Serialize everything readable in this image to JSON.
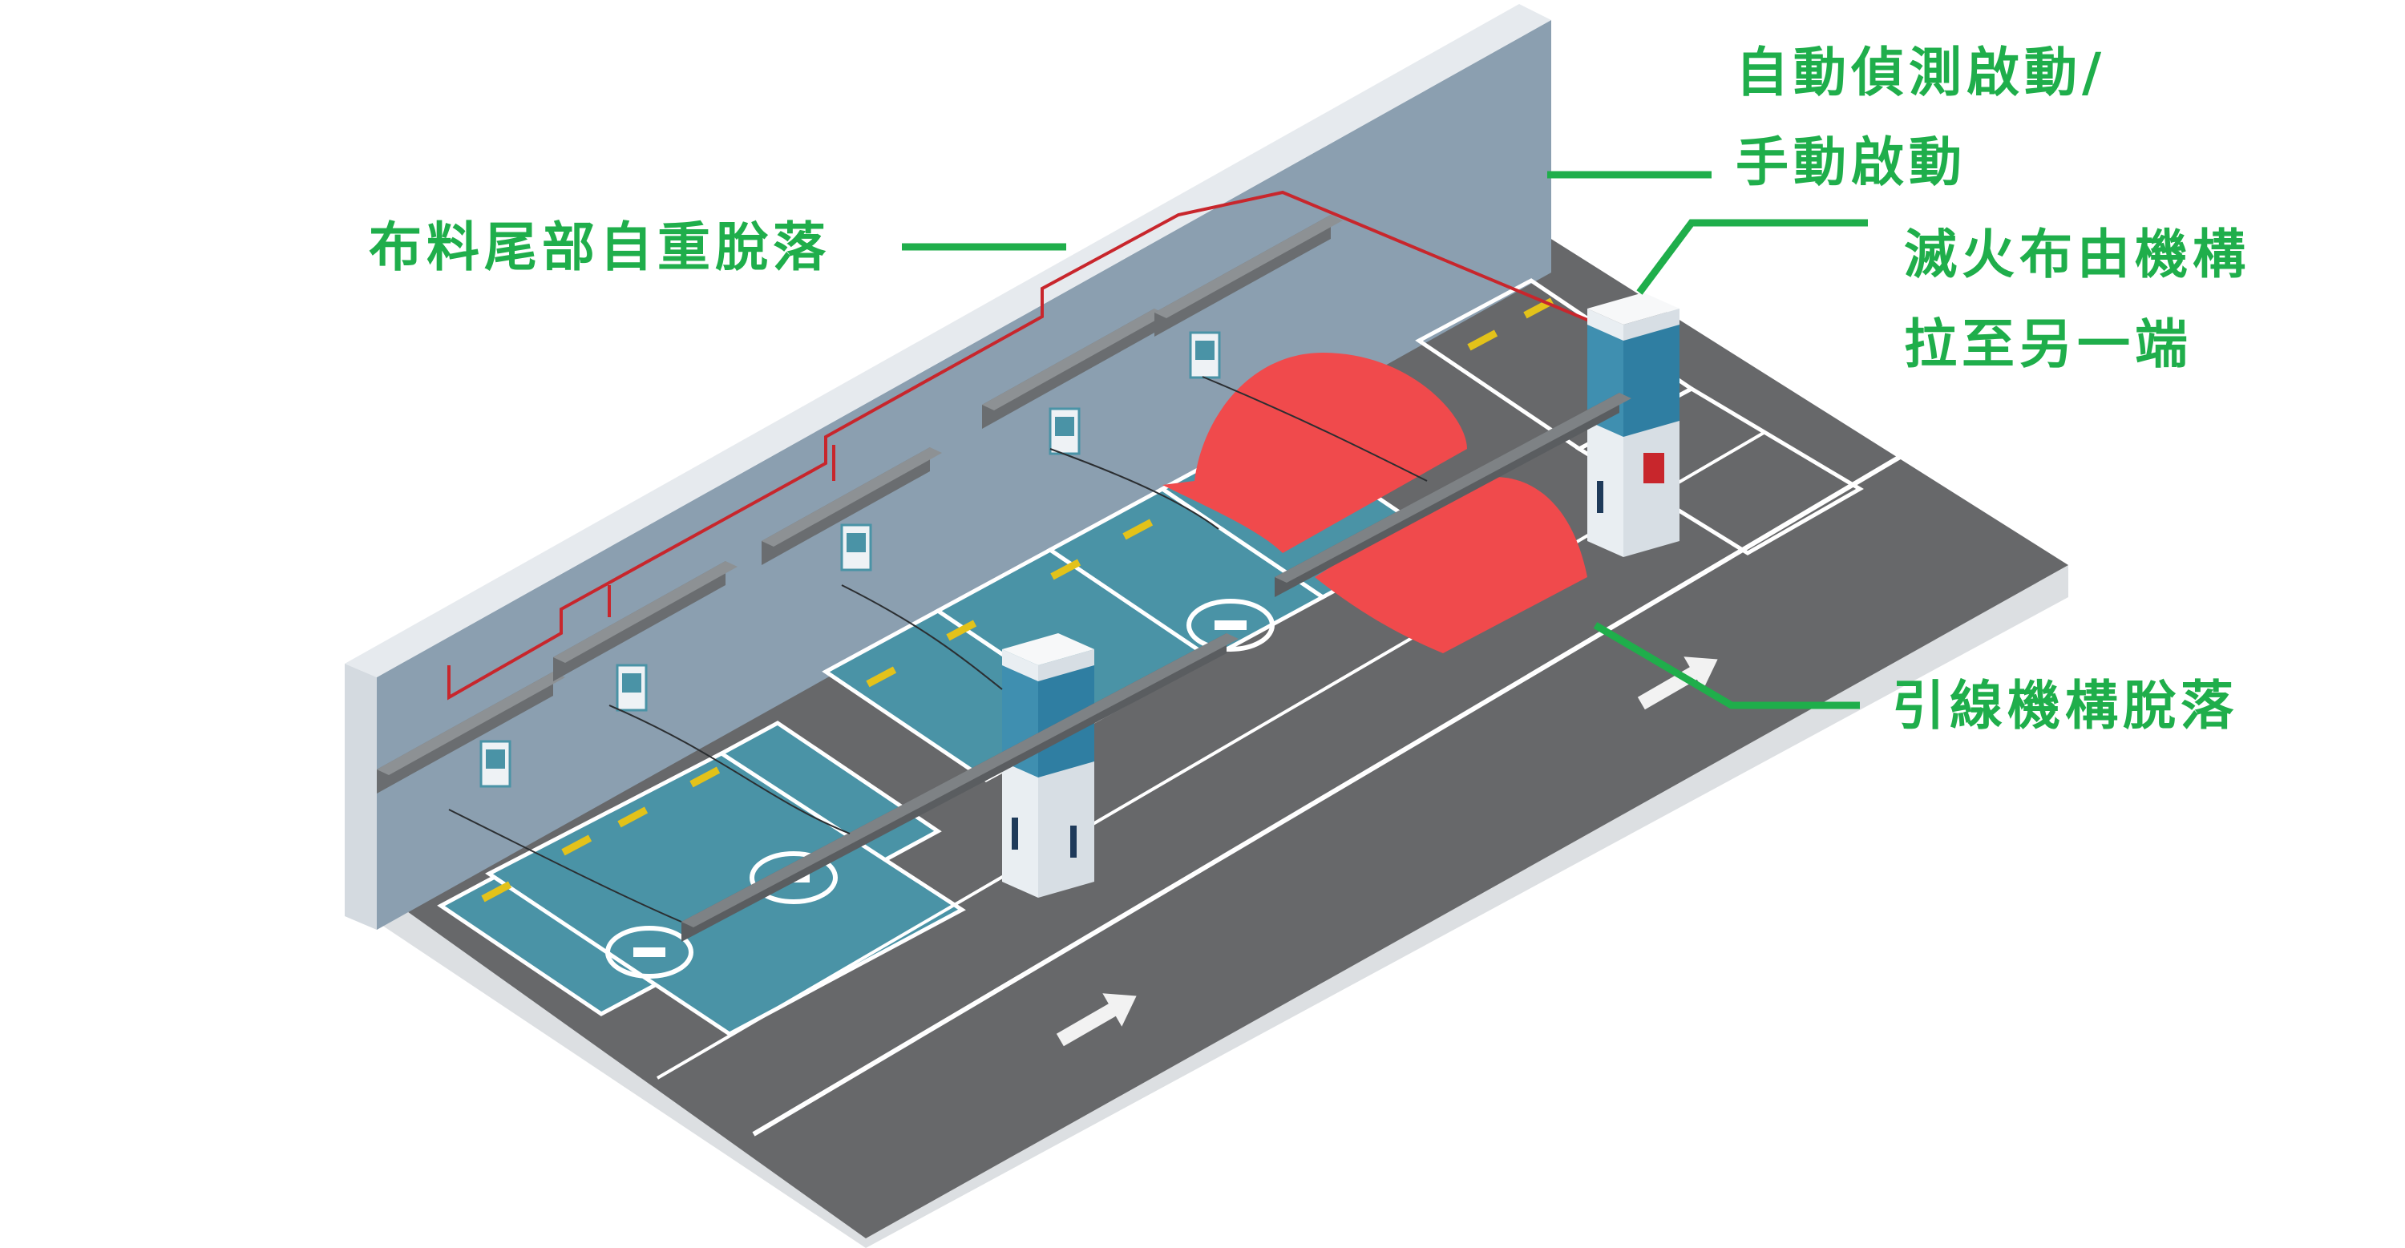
{
  "colors": {
    "callout_text": "#1fae4b",
    "leader_line": "#1fae4b",
    "wall": "#8b9fb0",
    "floor": "#67686a",
    "parking_bay": "#4a93a6",
    "fire_blanket": "#f04a4c",
    "post": "#e9eef2",
    "pipe": "#c8262c"
  },
  "icons": [
    "ev-plug-icon",
    "arrow-right-icon",
    "wall-charger-icon"
  ],
  "labels": {
    "fabric_tail_drop": "布料尾部自重脫落",
    "auto_start_line1": "自動偵測啟動/",
    "auto_start_line2": "手動啟動",
    "blanket_pull_line1": "滅火布由機構",
    "blanket_pull_line2": "拉至另一端",
    "lead_mechanism_drop": "引線機構脫落"
  }
}
